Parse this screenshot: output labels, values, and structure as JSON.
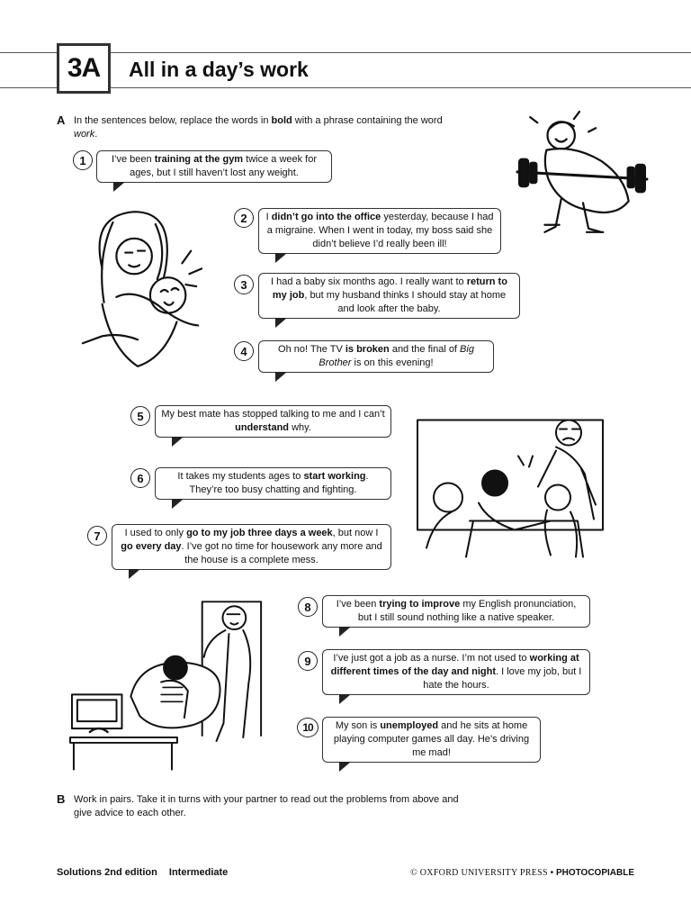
{
  "header": {
    "unit": "3A",
    "title": "All in a day’s work"
  },
  "section_a": {
    "letter": "A",
    "instruction": [
      {
        "t": "In the sentences below, replace the words in "
      },
      {
        "t": "bold",
        "b": true
      },
      {
        "t": " with a phrase containing the word "
      },
      {
        "t": "work",
        "i": true
      },
      {
        "t": "."
      }
    ]
  },
  "items": [
    {
      "n": "1",
      "parts": [
        {
          "t": "I’ve been "
        },
        {
          "t": "training at the gym",
          "b": true
        },
        {
          "t": " twice a week for ages, but I still haven’t lost any weight."
        }
      ]
    },
    {
      "n": "2",
      "parts": [
        {
          "t": "I "
        },
        {
          "t": "didn’t go into the office",
          "b": true
        },
        {
          "t": " yesterday, because I had a migraine. When I went in today, my boss said she didn’t believe I’d really been ill!"
        }
      ]
    },
    {
      "n": "3",
      "parts": [
        {
          "t": "I had a baby six months ago. I really want to "
        },
        {
          "t": "return to my job",
          "b": true
        },
        {
          "t": ", but my husband thinks I should stay at home and look after the baby."
        }
      ]
    },
    {
      "n": "4",
      "parts": [
        {
          "t": "Oh no! The TV "
        },
        {
          "t": "is broken",
          "b": true
        },
        {
          "t": " and the final of "
        },
        {
          "t": "Big Brother",
          "i": true
        },
        {
          "t": " is on this evening!"
        }
      ]
    },
    {
      "n": "5",
      "parts": [
        {
          "t": "My best mate has stopped talking to me and I can’t "
        },
        {
          "t": "understand",
          "b": true
        },
        {
          "t": " why."
        }
      ]
    },
    {
      "n": "6",
      "parts": [
        {
          "t": "It takes my students ages to "
        },
        {
          "t": "start working",
          "b": true
        },
        {
          "t": ". They’re too busy chatting and fighting."
        }
      ]
    },
    {
      "n": "7",
      "parts": [
        {
          "t": "I used to only "
        },
        {
          "t": "go to my job three days a week",
          "b": true
        },
        {
          "t": ", but now I "
        },
        {
          "t": "go every day",
          "b": true
        },
        {
          "t": ". I’ve got no time for housework any more and the house is a complete mess."
        }
      ]
    },
    {
      "n": "8",
      "parts": [
        {
          "t": "I’ve been "
        },
        {
          "t": "trying to improve",
          "b": true
        },
        {
          "t": " my English pronunciation, but I still sound nothing like a native speaker."
        }
      ]
    },
    {
      "n": "9",
      "parts": [
        {
          "t": "I’ve just got a job as a nurse. I’m not used to "
        },
        {
          "t": "working at different times of the day and night",
          "b": true
        },
        {
          "t": ". I love my job, but I hate the hours."
        }
      ]
    },
    {
      "n": "10",
      "parts": [
        {
          "t": "My son is "
        },
        {
          "t": "unemployed",
          "b": true
        },
        {
          "t": " and he sits at home playing computer games all day. He’s driving me mad!"
        }
      ]
    }
  ],
  "section_b": {
    "letter": "B",
    "instruction": "Work in pairs. Take it in turns with your partner to read out the problems from above and give advice to each other."
  },
  "footer": {
    "book": "Solutions 2nd edition",
    "level": "Intermediate",
    "copyright": "© OXFORD UNIVERSITY PRESS",
    "separator": " • ",
    "photocopiable": "PHOTOCOPIABLE"
  }
}
